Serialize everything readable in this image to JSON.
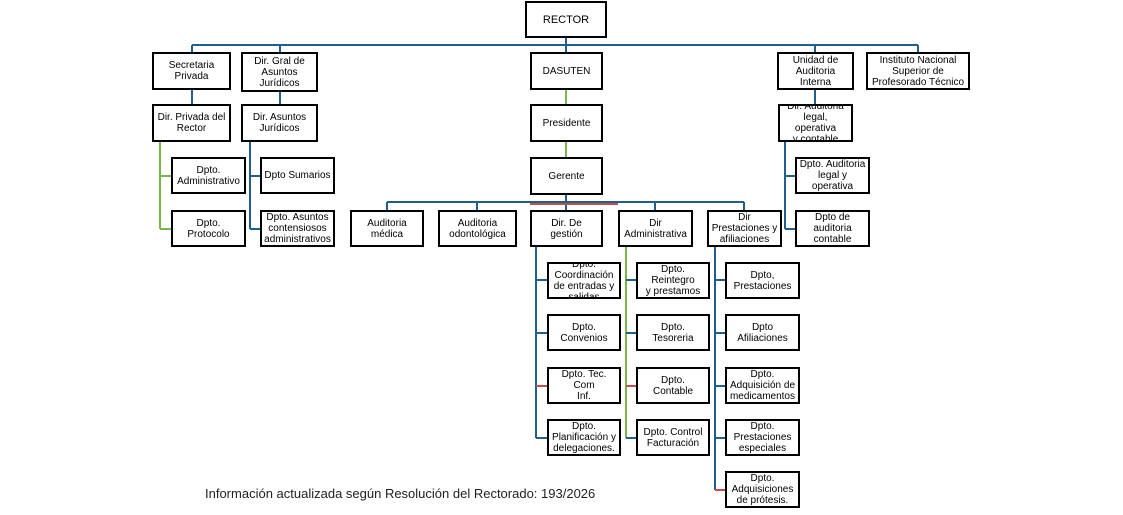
{
  "org_chart": {
    "rector": "RECTOR",
    "secretaria": "Secretaria\nPrivada",
    "dir_gral_juridicos": "Dir. Gral de\nAsuntos\nJurídicos",
    "dasuten": "DASUTEN",
    "unidad_auditoria": "Unidad de\nAuditoria\nInterna",
    "instituto": "Instituto Nacional\nSuperior de\nProfesorado Técnico",
    "dir_privada": "Dir. Privada del\nRector",
    "dir_asuntos_juridicos": "Dir. Asuntos\nJurídicos",
    "presidente": "Presidente",
    "dir_auditoria_legal": "Dir. Auditoria\nlegal, operativa\ny contable",
    "dpto_administrativo": "Dpto.\nAdministrativo",
    "dpto_protocolo": "Dpto.\nProtocolo",
    "dpto_sumarios": "Dpto Sumarios",
    "dpto_asuntos_contensiosos": "Dpto. Asuntos\ncontensiosos\nadministrativos",
    "gerente": "Gerente",
    "dpto_auditoria_legal": "Dpto. Auditoria\nlegal y\noperativa",
    "dpto_auditoria_contable": "Dpto de\nauditoria\ncontable",
    "auditoria_medica": "Auditoria\nmédica",
    "auditoria_odontologica": "Auditoria\nodontológica",
    "dir_gestion": "Dir. De gestión",
    "dir_administrativa": "Dir\nAdministrativa",
    "dir_prestaciones": "Dir\nPrestaciones y\nafiliaciones",
    "dpto_coordinacion": "Dpto.\nCoordinación\nde entradas y\nsalidas",
    "dpto_convenios": "Dpto.\nConvenios",
    "dpto_tec_com": "Dpto. Tec. Com\nInf.",
    "dpto_planificacion": "Dpto.\nPlanificación y\ndelegaciones.",
    "dpto_reintegro": "Dpto. Reintegro\ny prestamos",
    "dpto_tesoreria": "Dpto. Tesoreria",
    "dpto_contable": "Dpto. Contable",
    "dpto_control": "Dpto. Control\nFacturación",
    "dpto_prestaciones": "Dpto,\nPrestaciones",
    "dpto_afiliaciones": "Dpto\nAfiliaciones",
    "dpto_adq_medicamentos": "Dpto.\nAdquisición de\nmedicamentos",
    "dpto_prestaciones_especiales": "Dpto.\nPrestaciones\nespeciales",
    "dpto_adq_protesis": "Dpto.\nAdquisiciones\nde prótesis."
  },
  "footer": "Información actualizada según Resolución del Rectorado: 193/2026",
  "colors": {
    "line_blue": "#1f5f8b",
    "line_green": "#7ab648",
    "line_red": "#c0504d",
    "border": "#000000"
  }
}
